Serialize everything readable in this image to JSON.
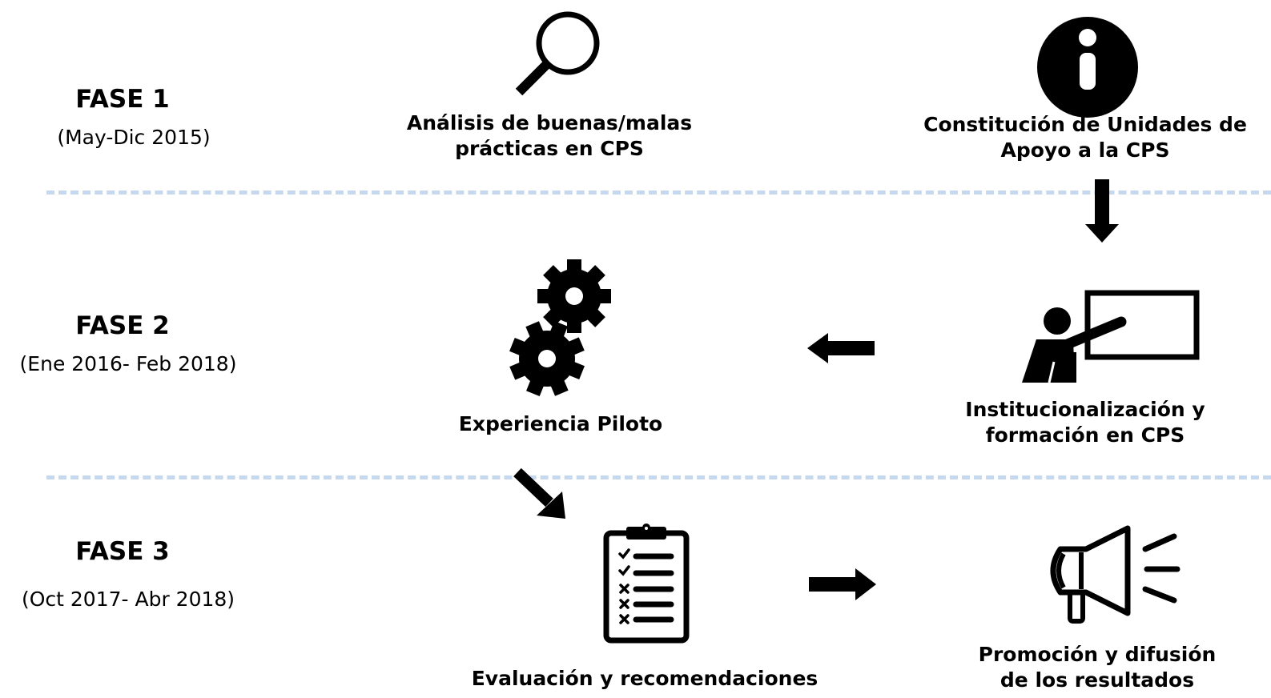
{
  "phases": [
    {
      "title": "FASE 1",
      "dates": "(May-Dic 2015)"
    },
    {
      "title": "FASE 2",
      "dates": "(Ene 2016- Feb 2018)"
    },
    {
      "title": "FASE 3",
      "dates": "(Oct 2017- Abr 2018)"
    }
  ],
  "nodes": {
    "analisis": {
      "line1": "Análisis de buenas/malas",
      "line2": "prácticas en CPS",
      "icon": "magnifier-icon"
    },
    "constitucion": {
      "line1": "Constitución de Unidades de",
      "line2": "Apoyo a la CPS",
      "icon": "info-icon"
    },
    "piloto": {
      "line1": "Experiencia Piloto",
      "icon": "gears-icon"
    },
    "institucionalizacion": {
      "line1": "Institucionalización y",
      "line2": "formación en CPS",
      "icon": "teacher-board-icon"
    },
    "evaluacion": {
      "line1": "Evaluación y recomendaciones",
      "icon": "clipboard-checklist-icon"
    },
    "promocion": {
      "line1": "Promoción y difusión",
      "line2": "de los resultados",
      "icon": "megaphone-icon"
    }
  },
  "colors": {
    "divider": "#c5d8ee",
    "ink": "#000000"
  }
}
